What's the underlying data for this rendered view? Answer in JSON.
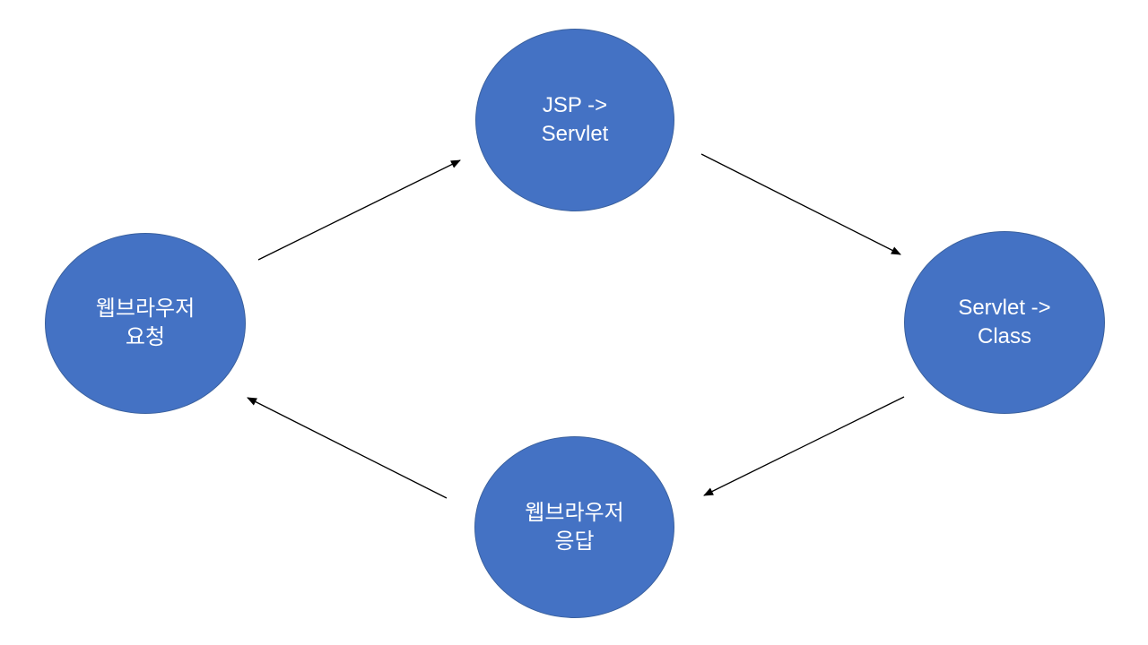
{
  "diagram": {
    "type": "cycle-flow",
    "nodes": {
      "top": {
        "id": "jsp-to-servlet",
        "line1": "JSP ->",
        "line2": "Servlet"
      },
      "right": {
        "id": "servlet-to-class",
        "line1": "Servlet ->",
        "line2": "Class"
      },
      "bottom": {
        "id": "web-browser-response",
        "line1": "웹브라우저",
        "line2": "응답"
      },
      "left": {
        "id": "web-browser-request",
        "line1": "웹브라우저",
        "line2": "요청"
      }
    },
    "arrows": [
      {
        "name": "arrow-left-to-top",
        "from": "web-browser-request",
        "to": "jsp-to-servlet"
      },
      {
        "name": "arrow-top-to-right",
        "from": "jsp-to-servlet",
        "to": "servlet-to-class"
      },
      {
        "name": "arrow-right-to-bottom",
        "from": "servlet-to-class",
        "to": "web-browser-response"
      },
      {
        "name": "arrow-bottom-to-left",
        "from": "web-browser-response",
        "to": "web-browser-request"
      }
    ],
    "colors": {
      "node_fill": "#4472C4",
      "node_border": "#3B619E",
      "node_text": "#FFFFFF",
      "arrow": "#000000",
      "background": "#FFFFFF"
    }
  }
}
